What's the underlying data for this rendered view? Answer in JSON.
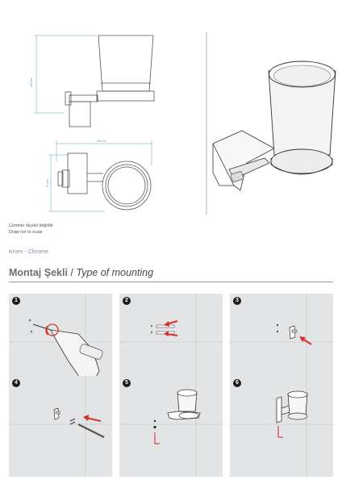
{
  "drawing": {
    "dim_height": "118 mm",
    "dim_width": "128 mm",
    "dim_depth": "97 mm"
  },
  "notes": {
    "line1": "Çizimler ölçekli değildir",
    "line2": "Draw not to scale"
  },
  "finish": {
    "tr": "Krom",
    "sep": "-",
    "en": "Chrome"
  },
  "mounting": {
    "title_tr": "Montaj Şekli",
    "sep": "/",
    "title_en": "Type of mounting"
  },
  "steps": [
    {
      "num": "1"
    },
    {
      "num": "2"
    },
    {
      "num": "3"
    },
    {
      "num": "4"
    },
    {
      "num": "5"
    },
    {
      "num": "6"
    }
  ],
  "colors": {
    "accent_arrow": "#d9302c",
    "tile": "#e3e4e5",
    "dimension": "#5aa0b4"
  }
}
